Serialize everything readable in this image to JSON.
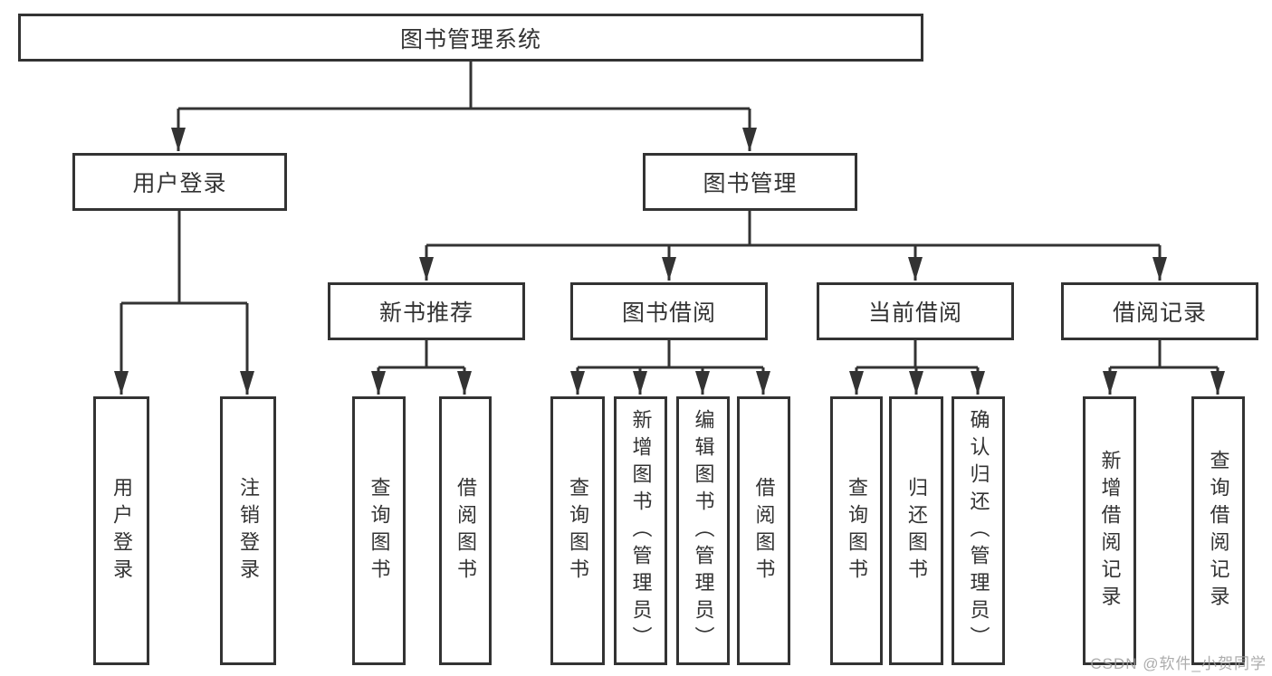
{
  "watermark": "CSDN @软件_小贺同学",
  "colors": {
    "line": "#333333",
    "text": "#333333",
    "watermark": "#9e9e9e",
    "background": "#ffffff"
  },
  "nodes": {
    "root": "图书管理系统",
    "login": "用户登录",
    "mgmt": "图书管理",
    "rec": "新书推荐",
    "borrow": "图书借阅",
    "current": "当前借阅",
    "records": "借阅记录",
    "leaf_login": "用户登录",
    "leaf_logout": "注销登录",
    "leaf_rec_query": "查询图书",
    "leaf_rec_borrow": "借阅图书",
    "leaf_borrow_query": "查询图书",
    "leaf_borrow_add": "新增图书（管理员）",
    "leaf_borrow_edit": "编辑图书（管理员）",
    "leaf_borrow_borrow": "借阅图书",
    "leaf_current_query": "查询图书",
    "leaf_current_return": "归还图书",
    "leaf_current_confirm": "确认归还（管理员）",
    "leaf_records_add": "新增借阅记录",
    "leaf_records_query": "查询借阅记录"
  }
}
